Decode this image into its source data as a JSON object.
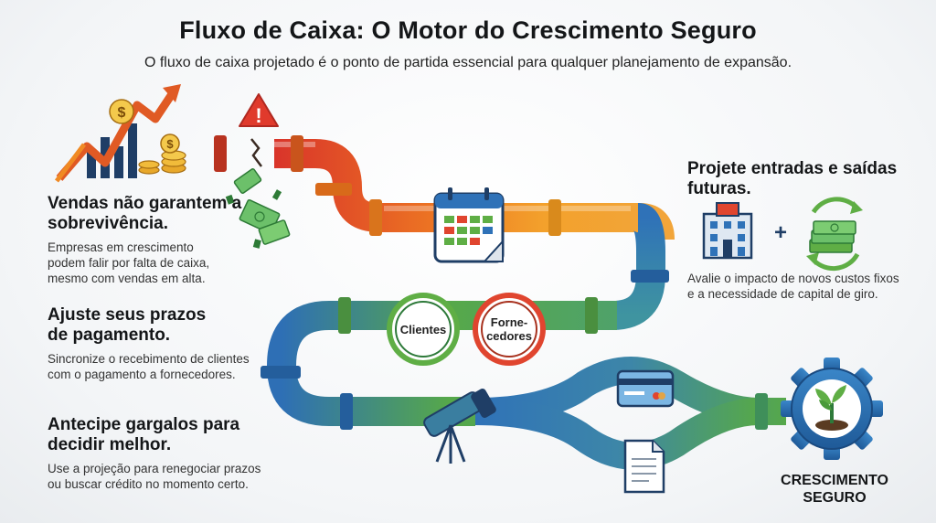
{
  "header": {
    "title": "Fluxo de Caixa: O Motor do Crescimento Seguro",
    "subtitle": "O fluxo de caixa projetado é o ponto de partida essencial para qualquer planejamento de expansão."
  },
  "left_points": [
    {
      "heading": "Vendas não garantem a sobrevivência.",
      "body": "Empresas em crescimento podem falir por falta de caixa, mesmo com vendas em alta."
    },
    {
      "heading": "Ajuste seus prazos de pagamento.",
      "body": "Sincronize o recebimento de clientes com o pagamento a fornecedores."
    },
    {
      "heading": "Antecipe gargalos para decidir melhor.",
      "body": "Use a projeção para renegociar prazos ou buscar crédito no momento certo."
    }
  ],
  "right_point": {
    "heading": "Projete entradas e saídas futuras.",
    "body": "Avalie o impacto de novos custos fixos e a necessidade de capital de giro.",
    "plus": "+"
  },
  "circles": {
    "clients": "Clientes",
    "suppliers_line1": "Forne-",
    "suppliers_line2": "cedores"
  },
  "icons": {
    "dollar": "$",
    "warning": "!"
  },
  "outcome": {
    "line1": "CRESCIMENTO",
    "line2": "SEGURO"
  },
  "colors": {
    "red": "#e0452f",
    "orange": "#f08a24",
    "green": "#5fae45",
    "blue": "#2f72b8",
    "navy": "#1f3e66"
  }
}
